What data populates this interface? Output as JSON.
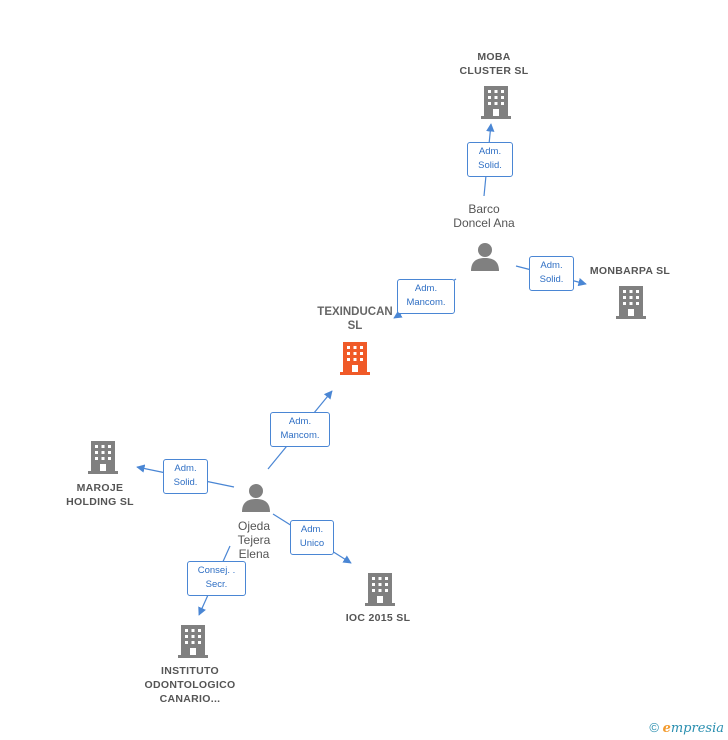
{
  "nodes": {
    "texinducan": {
      "label": "TEXINDUCAN\nSL",
      "color": "#f05a28"
    },
    "moba": {
      "label": "MOBA\nCLUSTER SL",
      "color": "#808080"
    },
    "monbarpa": {
      "label": "MONBARPA SL",
      "color": "#808080"
    },
    "maroje": {
      "label": "MAROJE\nHOLDING SL",
      "color": "#808080"
    },
    "ioc": {
      "label": "IOC 2015 SL",
      "color": "#808080"
    },
    "instituto": {
      "label": "INSTITUTO\nODONTOLOGICO\nCANARIO...",
      "color": "#808080"
    },
    "barco": {
      "label": "Barco\nDoncel Ana",
      "color": "#808080"
    },
    "ojeda": {
      "label": "Ojeda\nTejera\nElena",
      "color": "#808080"
    }
  },
  "edges": {
    "barco_moba": "Adm.\nSolid.",
    "barco_monbarpa": "Adm.\nSolid.",
    "barco_texinducan": "Adm.\nMancom.",
    "ojeda_texinducan": "Adm.\nMancom.",
    "ojeda_maroje": "Adm.\nSolid.",
    "ojeda_ioc": "Adm.\nUnico",
    "ojeda_instituto": "Consej. .\nSecr."
  },
  "colors": {
    "edge": "#4a86d4",
    "main_company": "#f05a28",
    "company": "#808080",
    "person": "#808080"
  },
  "footer": {
    "copyright": "©",
    "brand_e": "e",
    "brand_rest": "mpresia"
  }
}
